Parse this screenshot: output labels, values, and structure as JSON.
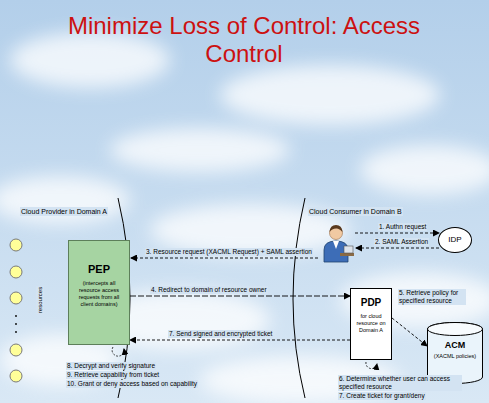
{
  "diagram": {
    "title": "Minimize Loss of Control: Access Control",
    "nodes": [
      {
        "text": [
          "PEP",
          "(intercepts all resource access requests from all client domains)"
        ]
      },
      {
        "text": [
          "IDP"
        ]
      },
      {
        "text": [
          "PDP",
          "for cloud resource on Domain A"
        ]
      },
      {
        "text": [
          "ACM",
          "(XACML policies)"
        ]
      }
    ],
    "edges": [
      {
        "from": 0,
        "to": 2,
        "arrow": "to",
        "label": "4. Redirect to domain of resource owner"
      },
      {
        "from": 2,
        "to": 3,
        "arrow": "to",
        "label": "5. Retrieve policy for specified resource"
      },
      {
        "from": 2,
        "to": 0,
        "arrow": "to",
        "label": "7. Send signed and encrypted ticket"
      }
    ],
    "labels": [
      "Cloud Provider in Domain A",
      "resources",
      "Cloud Consumer in Domain B",
      "1. Authn request",
      "2. SAML Assertion",
      "3. Resource request (XACML Request) + SAML assertion",
      "6. Determine whether user can access specified resource",
      "7. Create ticket for grant/deny",
      "8. Decrypt and verify signature",
      "9. Retrieve capability from ticket",
      "10. Grant or deny access based on capability"
    ]
  }
}
